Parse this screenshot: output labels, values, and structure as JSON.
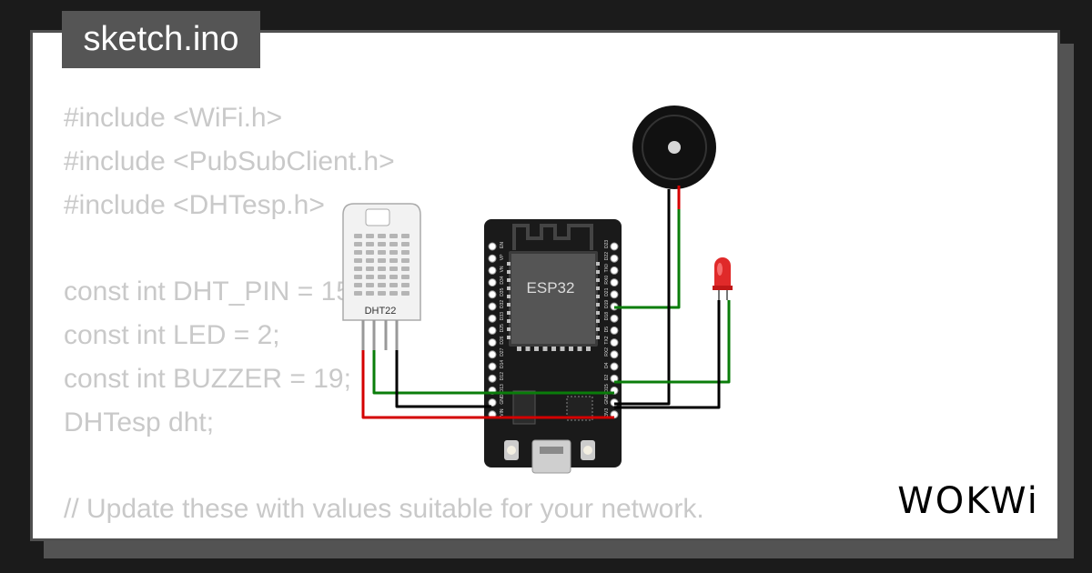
{
  "file_tab": {
    "label": "sketch.ino"
  },
  "code_lines": [
    "#include <WiFi.h>",
    "#include <PubSubClient.h>",
    "#include <DHTesp.h>",
    "",
    "const int DHT_PIN = 15;",
    "const int LED = 2;",
    "const int BUZZER = 19;",
    "DHTesp dht;",
    "",
    "// Update these with values suitable for your network."
  ],
  "components": {
    "dht_sensor_label": "DHT22",
    "esp32_chip_label": "ESP32",
    "esp32_left_pins": [
      "EN",
      "VP",
      "VN",
      "D34",
      "D35",
      "D32",
      "D33",
      "D25",
      "D26",
      "D27",
      "D14",
      "D12",
      "D13",
      "GND",
      "VIN"
    ],
    "esp32_right_pins": [
      "D23",
      "D22",
      "TX0",
      "RX0",
      "D21",
      "D19",
      "D18",
      "D5",
      "TX2",
      "RX2",
      "D4",
      "D2",
      "D15",
      "GND",
      "3V3"
    ]
  },
  "wire_colors": {
    "signal": "#0a7d0a",
    "ground": "#000000",
    "power": "#d40000"
  },
  "brand": {
    "logo_text": "WOKWi"
  }
}
